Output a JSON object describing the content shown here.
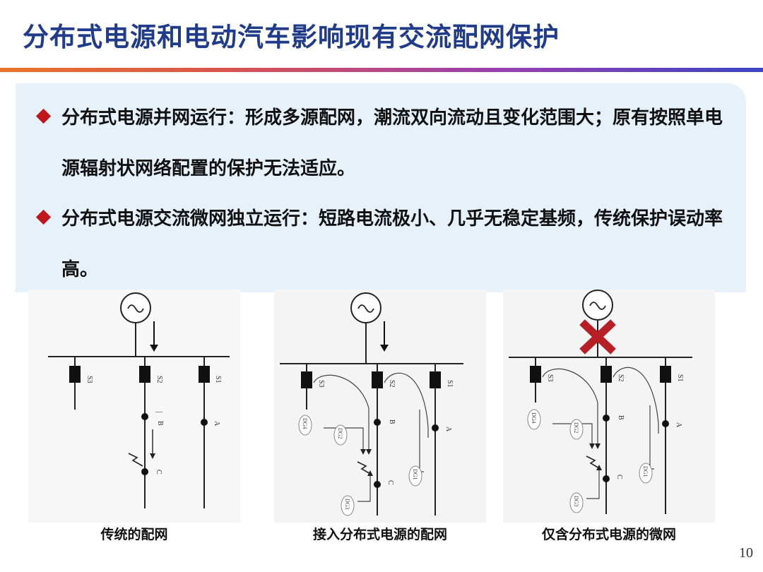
{
  "title": "分布式电源和电动汽车影响现有交流配网保护",
  "bullets": [
    "分布式电源并网运行：形成多源配网，潮流双向流动且变化范围大；原有按照单电源辐射状网络配置的保护无法适应。",
    "分布式电源交流微网独立运行：短路电流极小、几乎无稳定基频，传统保护误动率高。"
  ],
  "diagrams": [
    {
      "caption": "传统的配网",
      "switches": [
        "S3",
        "S2",
        "S1"
      ],
      "nodes": [
        "B",
        "C",
        "A"
      ],
      "b_prefix": "—"
    },
    {
      "caption": "接入分布式电源的配网",
      "switches": [
        "S3",
        "S2",
        "S1"
      ],
      "nodes": [
        "B",
        "C",
        "A"
      ],
      "dgs": [
        "DG4",
        "DG2",
        "DG1",
        "DG3"
      ]
    },
    {
      "caption": "仅含分布式电源的微网",
      "switches": [
        "S3",
        "S2",
        "S1"
      ],
      "nodes": [
        "B",
        "C",
        "A"
      ],
      "dgs": [
        "DG4",
        "DG2",
        "DG1",
        "DG3"
      ]
    }
  ],
  "page_number": "10",
  "colors": {
    "title": "#1f3b8a",
    "bullet_mark": "#c0151b",
    "panel": "#e7f1fa",
    "cross": "#b81f24"
  }
}
